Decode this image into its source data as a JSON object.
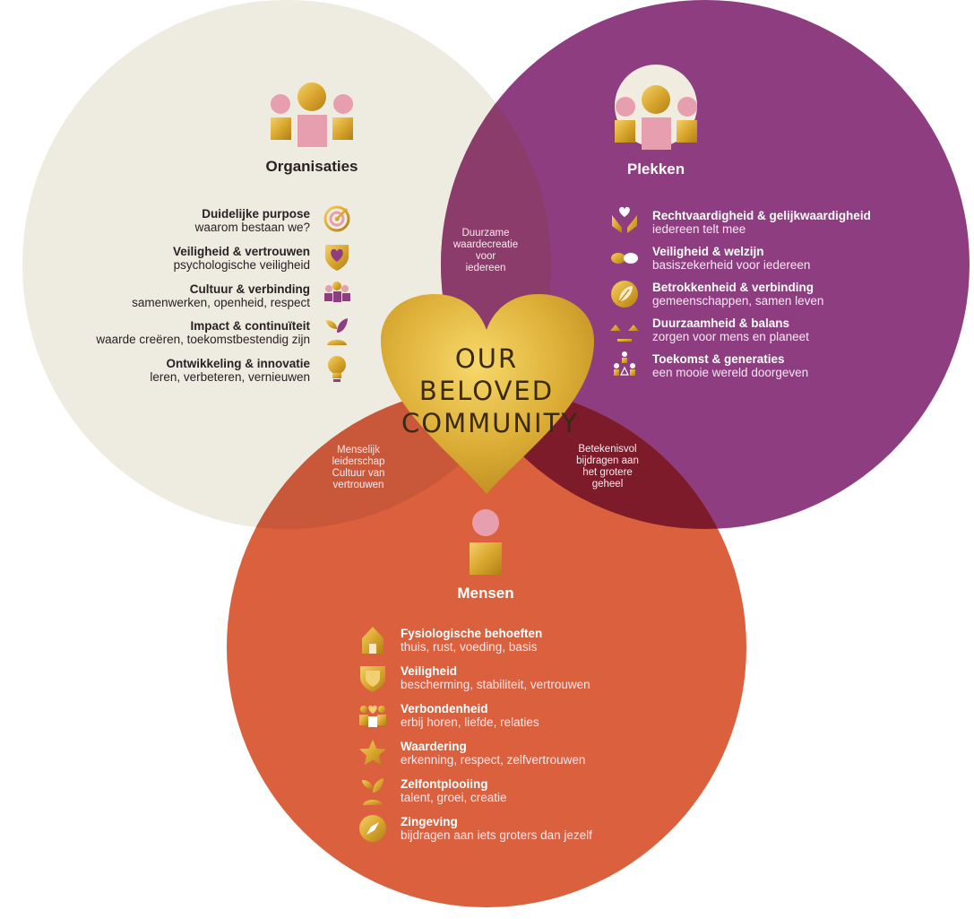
{
  "heart": {
    "line1": "OUR BELOVED",
    "line2": "COMMUNITY"
  },
  "organisaties": {
    "title": "Organisaties",
    "items": [
      {
        "title": "Duidelijke purpose",
        "sub": "waarom bestaan we?",
        "icon": "target-icon"
      },
      {
        "title": "Veiligheid & vertrouwen",
        "sub": "psychologische veiligheid",
        "icon": "shield-heart-icon"
      },
      {
        "title": "Cultuur & verbinding",
        "sub": "samenwerken, openheid, respect",
        "icon": "people-group-icon"
      },
      {
        "title": "Impact & continuïteit",
        "sub": "waarde creëren, toekomstbestendig zijn",
        "icon": "sprout-icon"
      },
      {
        "title": "Ontwikkeling & innovatie",
        "sub": "leren, verbeteren, vernieuwen",
        "icon": "lightbulb-icon"
      }
    ]
  },
  "plekken": {
    "title": "Plekken",
    "items": [
      {
        "title": "Rechtvaardigheid & gelijkwaardigheid",
        "sub": "iedereen telt mee",
        "icon": "hands-heart-icon"
      },
      {
        "title": "Veiligheid & welzijn",
        "sub": "basiszekerheid voor iedereen",
        "icon": "infinity-icon"
      },
      {
        "title": "Betrokkenheid & verbinding",
        "sub": "gemeenschappen, samen leven",
        "icon": "leaf-icon"
      },
      {
        "title": "Duurzaamheid & balans",
        "sub": "zorgen voor mens en planeet",
        "icon": "scales-icon"
      },
      {
        "title": "Toekomst & generaties",
        "sub": "een mooie wereld doorgeven",
        "icon": "generations-icon"
      }
    ]
  },
  "mensen": {
    "title": "Mensen",
    "items": [
      {
        "title": "Fysiologische behoeften",
        "sub": "thuis, rust, voeding, basis",
        "icon": "house-icon"
      },
      {
        "title": "Veiligheid",
        "sub": "bescherming, stabiliteit, vertrouwen",
        "icon": "shield-icon"
      },
      {
        "title": "Verbondenheid",
        "sub": "erbij horen, liefde, relaties",
        "icon": "connection-icon"
      },
      {
        "title": "Waardering",
        "sub": "erkenning, respect, zelfvertrouwen",
        "icon": "star-icon"
      },
      {
        "title": "Zelfontplooiing",
        "sub": "talent, groei, creatie",
        "icon": "growth-icon"
      },
      {
        "title": "Zingeving",
        "sub": "bijdragen aan iets groters dan jezelf",
        "icon": "compass-icon"
      }
    ]
  },
  "overlaps": {
    "org_plekken": [
      "Duurzame",
      "waardecreatie",
      "voor",
      "iedereen"
    ],
    "org_mensen": [
      "Menselijk",
      "leiderschap",
      "Cultuur van",
      "vertrouwen"
    ],
    "plekken_mensen": [
      "Betekenisvol",
      "bijdragen aan",
      "het grotere",
      "geheel"
    ]
  },
  "colors": {
    "organisaties": "#eeebe0",
    "plekken": "#8e3d80",
    "mensen": "#db603d",
    "overlap_org_plekken": "#8b3c6a",
    "overlap_org_mensen": "#c9583a",
    "overlap_plekken_mensen": "#7d1b2a",
    "gold": "#d9a72e",
    "pink": "#e79fb0"
  }
}
